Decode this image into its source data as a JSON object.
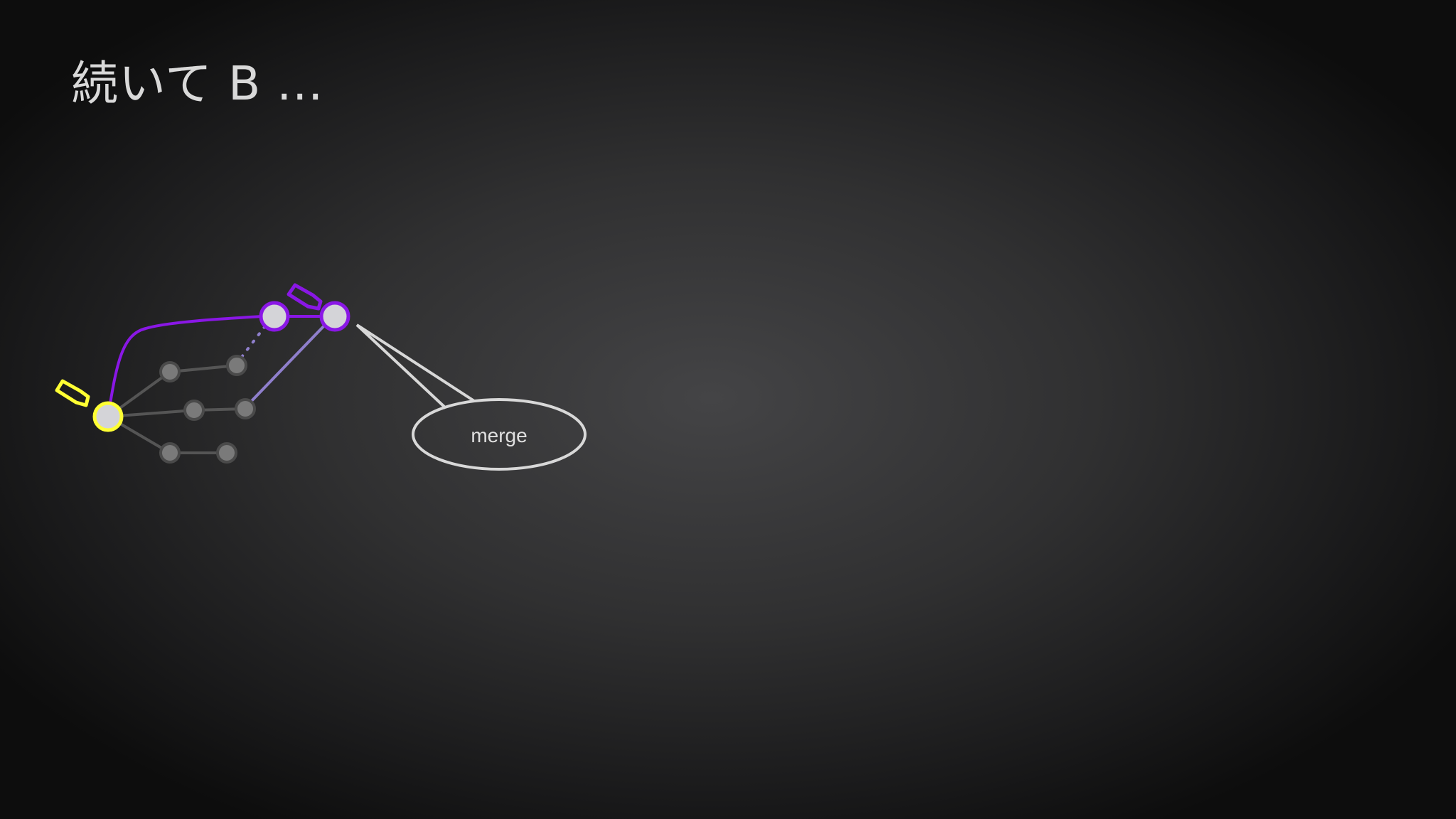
{
  "slide": {
    "title": "続いて B ...",
    "bubble_text": "merge"
  },
  "colors": {
    "background_center": "#444446",
    "background_edge": "#0d0d0d",
    "title_text": "#d9d9d9",
    "head_pointer": "#ffff33",
    "branch_b": "#8a17e6",
    "merge_edge": "#8f7fcc",
    "inactive_commit": "#7a7a7a",
    "inactive_edge": "#555555",
    "active_commit_fill": "#d4d4d8",
    "bubble_stroke": "#d8d8d8"
  },
  "diagram": {
    "commits": [
      "base",
      "a1",
      "a2",
      "b1",
      "b2",
      "c1",
      "c2",
      "m1",
      "m2"
    ],
    "pointers": [
      {
        "name": "head-pointer",
        "color": "yellow",
        "at": "base"
      },
      {
        "name": "branch-b-pointer",
        "color": "purple",
        "at": "m2"
      }
    ],
    "callout": "merge"
  }
}
